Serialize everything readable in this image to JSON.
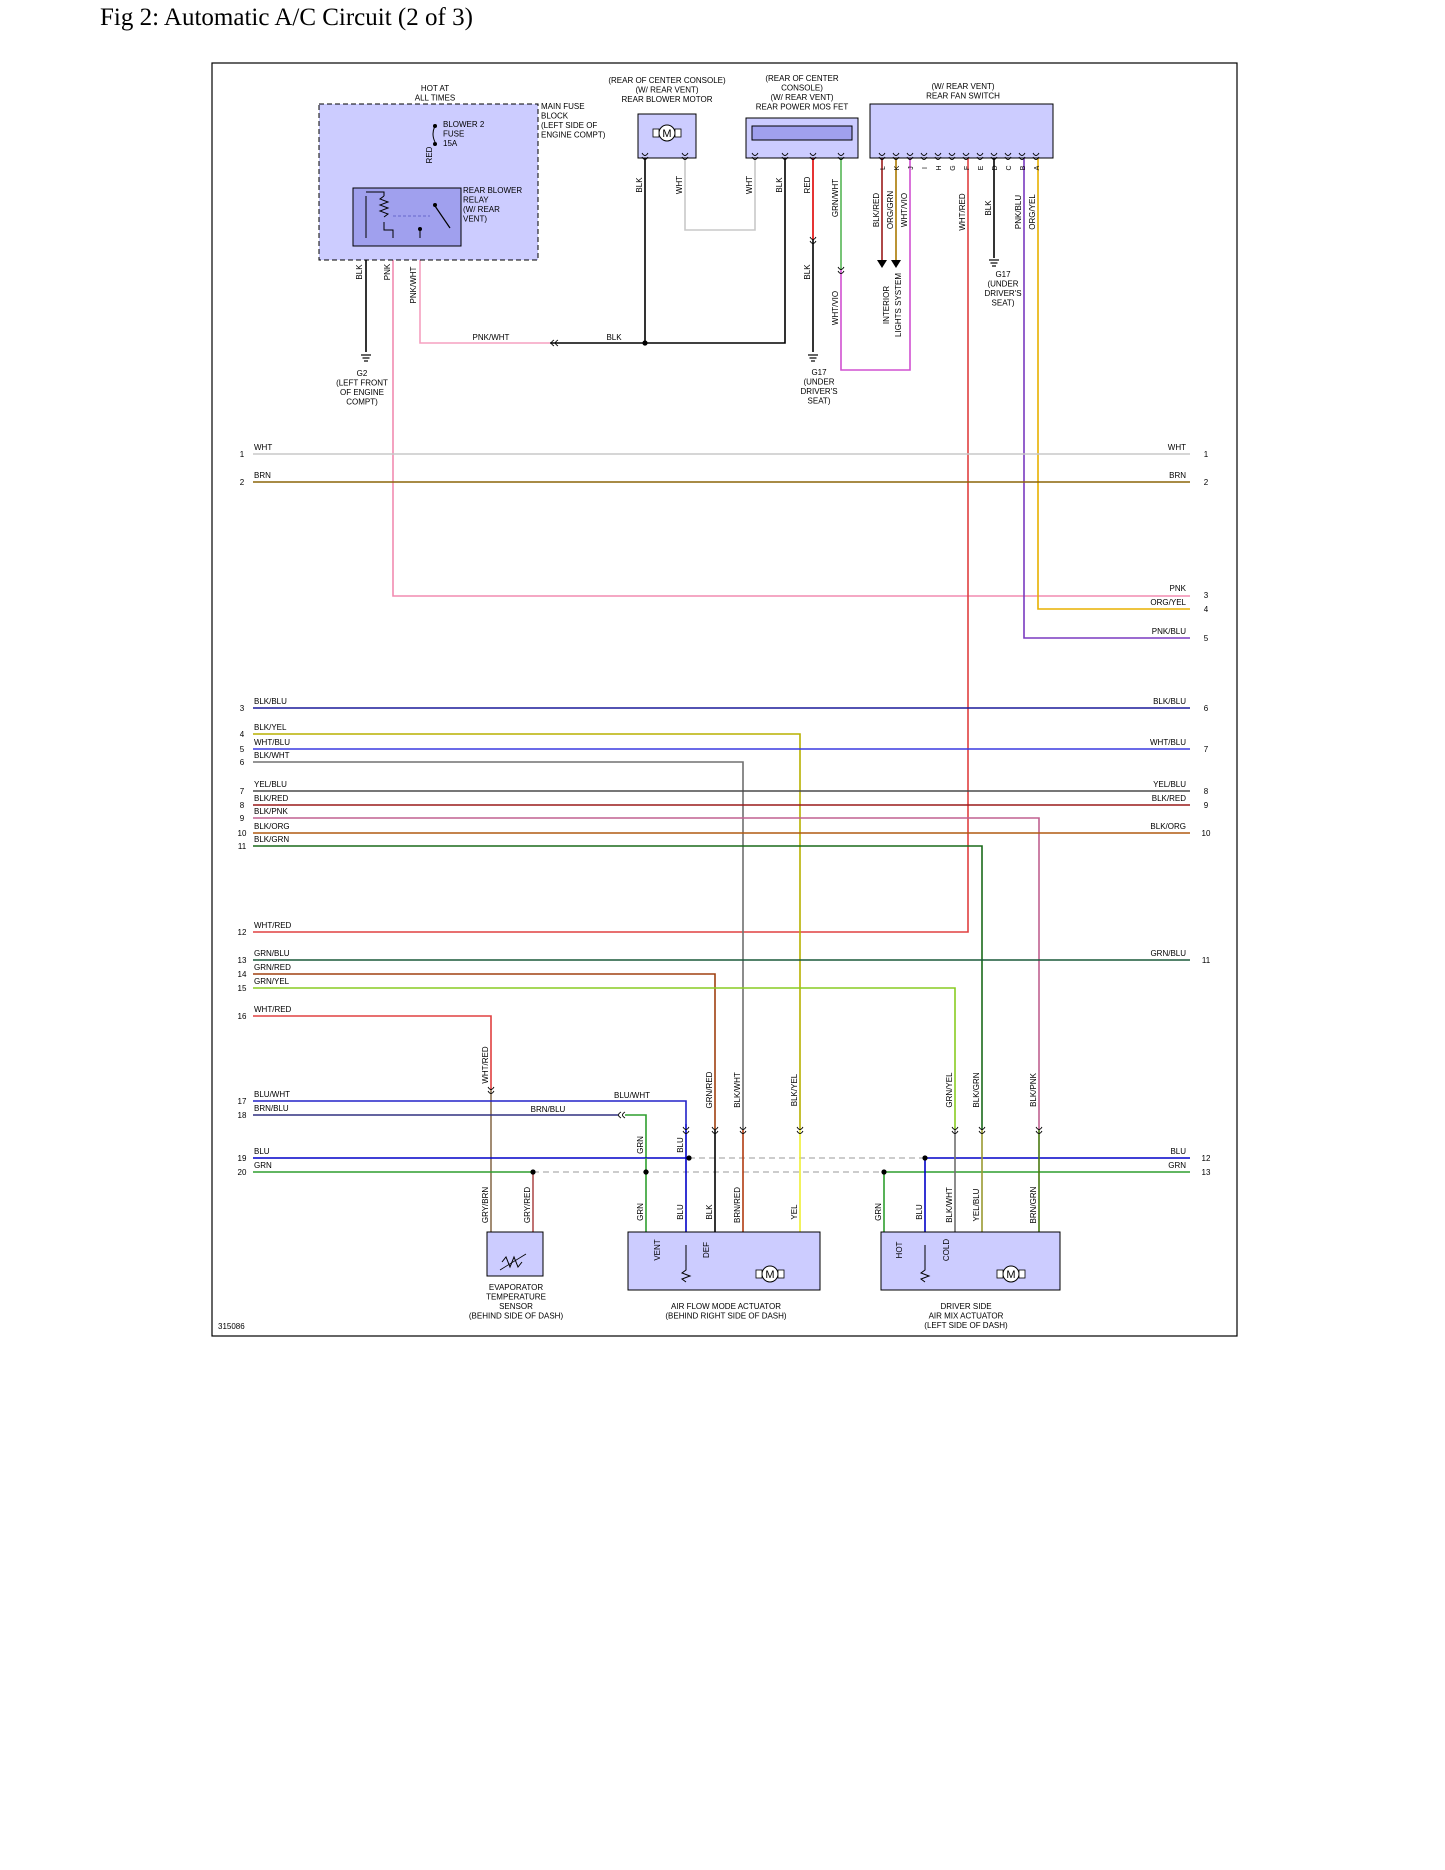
{
  "page_title": "Fig 2: Automatic A/C Circuit (2 of 3)",
  "figure_id": "315086",
  "colors": {
    "WHT": "#c8c8c8",
    "BRN": "#8b6508",
    "PNK": "#f28cb1",
    "ORG": "#f5a800",
    "BLU": "#0000c8",
    "BLK": "#000000",
    "RED": "#e00000",
    "GRN": "#2e9e2e",
    "YEL": "#eeee33",
    "GRY": "#808080",
    "VIO": "#c020c0",
    "PNK_BLU": "#7a3ac0",
    "ORG_YEL": "#e8b000",
    "BLK_BLU": "#1a1a9a",
    "BLK_YEL": "#b8b000",
    "WHT_BLU": "#3a3ae0",
    "BLK_WHT": "#707070",
    "YEL_BLU": "#4a4a4a",
    "BLK_RED": "#9a1a1a",
    "BLK_PNK": "#c06090",
    "BLK_ORG": "#b05a10",
    "BLK_GRN": "#1a6a1a",
    "WHT_RED": "#e04040",
    "GRN_BLU": "#1a5a3a",
    "GRN_RED": "#a04010",
    "GRN_YEL": "#88cc22",
    "BLU_WHT": "#2222c8",
    "BRN_BLU": "#303080",
    "GRN_WHT": "#55b555",
    "WHT_VIO": "#d050d0",
    "PNK_WHT": "#f5a0c0",
    "GRY_BRN": "#8a7050",
    "GRY_RED": "#b05050",
    "BRN_RED": "#b03a10",
    "BRN_GRN": "#4a7a10",
    "YEL_BLU2": "#9a9a30",
    "ORG_GRN": "#aa7a00",
    "component_fill": "#ccccff",
    "relay_fill": "#a0a0ee",
    "shield": "#999999"
  },
  "components": {
    "hot_at_all_times": "HOT AT\nALL TIMES",
    "fuse": "BLOWER 2\nFUSE\n15A",
    "main_fuse_block": "MAIN FUSE\nBLOCK\n(LEFT SIDE OF\nENGINE COMPT)",
    "rear_blower_relay": "REAR BLOWER\nRELAY\n(W/ REAR\nVENT)",
    "rear_blower_motor": "(REAR OF CENTER CONSOLE)\n(W/ REAR VENT)\nREAR BLOWER MOTOR",
    "rear_power_mos_fet": "(REAR OF CENTER\nCONSOLE)\n(W/ REAR VENT)\nREAR POWER MOS FET",
    "rear_fan_switch": "(W/ REAR VENT)\nREAR FAN SWITCH",
    "g2": "G2\n(LEFT FRONT\nOF ENGINE\nCOMPT)",
    "g17_a": "G17\n(UNDER\nDRIVER'S\nSEAT)",
    "g17_b": "G17\n(UNDER\nDRIVER'S\nSEAT)",
    "interior_lights": "INTERIOR\nLIGHTS SYSTEM",
    "evaporator_sensor": "EVAPORATOR\nTEMPERATURE\nSENSOR\n(BEHIND SIDE OF DASH)",
    "air_flow_actuator": "AIR FLOW MODE ACTUATOR\n(BEHIND RIGHT SIDE OF DASH)",
    "air_mix_actuator": "DRIVER SIDE\nAIR MIX ACTUATOR\n(LEFT SIDE OF DASH)",
    "motor_symbol": "M",
    "vent": "VENT",
    "def": "DEF",
    "hot": "HOT",
    "cold": "COLD"
  },
  "switch_pins": [
    "L",
    "K",
    "J",
    "I",
    "H",
    "G",
    "F",
    "E",
    "D",
    "C",
    "B",
    "A"
  ],
  "left_rows": [
    {
      "num": "1",
      "label": "WHT"
    },
    {
      "num": "2",
      "label": "BRN"
    },
    {
      "num": "3",
      "label": "BLK/BLU"
    },
    {
      "num": "4",
      "label": "BLK/YEL"
    },
    {
      "num": "5",
      "label": "WHT/BLU"
    },
    {
      "num": "6",
      "label": "BLK/WHT"
    },
    {
      "num": "7",
      "label": "YEL/BLU"
    },
    {
      "num": "8",
      "label": "BLK/RED"
    },
    {
      "num": "9",
      "label": "BLK/PNK"
    },
    {
      "num": "10",
      "label": "BLK/ORG"
    },
    {
      "num": "11",
      "label": "BLK/GRN"
    },
    {
      "num": "12",
      "label": "WHT/RED"
    },
    {
      "num": "13",
      "label": "GRN/BLU"
    },
    {
      "num": "14",
      "label": "GRN/RED"
    },
    {
      "num": "15",
      "label": "GRN/YEL"
    },
    {
      "num": "16",
      "label": "WHT/RED"
    },
    {
      "num": "17",
      "label": "BLU/WHT"
    },
    {
      "num": "18",
      "label": "BRN/BLU"
    },
    {
      "num": "19",
      "label": "BLU"
    },
    {
      "num": "20",
      "label": "GRN"
    }
  ],
  "right_rows": [
    {
      "num": "1",
      "label": "WHT"
    },
    {
      "num": "2",
      "label": "BRN"
    },
    {
      "num": "3",
      "label": "PNK"
    },
    {
      "num": "4",
      "label": "ORG/YEL"
    },
    {
      "num": "5",
      "label": "PNK/BLU"
    },
    {
      "num": "6",
      "label": "BLK/BLU"
    },
    {
      "num": "7",
      "label": "WHT/BLU"
    },
    {
      "num": "8",
      "label": "YEL/BLU"
    },
    {
      "num": "9",
      "label": "BLK/RED"
    },
    {
      "num": "10",
      "label": "BLK/ORG"
    },
    {
      "num": "11",
      "label": "GRN/BLU"
    },
    {
      "num": "12",
      "label": "BLU"
    },
    {
      "num": "13",
      "label": "GRN"
    }
  ],
  "wire_labels": {
    "red": "RED",
    "blk": "BLK",
    "pnk": "PNK",
    "pnk_wht": "PNK/WHT",
    "wht": "WHT",
    "grn_wht": "GRN/WHT",
    "blk_red": "BLK/RED",
    "org_grn": "ORG/GRN",
    "wht_vio": "WHT/VIO",
    "wht_red": "WHT/RED",
    "pnk_blu": "PNK/BLU",
    "org_yel": "ORG/YEL",
    "grn_red": "GRN/RED",
    "blk_wht": "BLK/WHT",
    "blk_yel": "BLK/YEL",
    "grn_yel": "GRN/YEL",
    "blk_grn": "BLK/GRN",
    "blk_pnk": "BLK/PNK",
    "blu_wht": "BLU/WHT",
    "brn_blu": "BRN/BLU",
    "grn": "GRN",
    "blu": "BLU",
    "gry_brn": "GRY/BRN",
    "gry_red": "GRY/RED",
    "brn_red": "BRN/RED",
    "yel": "YEL",
    "yel_blu": "YEL/BLU",
    "brn_grn": "BRN/GRN"
  }
}
